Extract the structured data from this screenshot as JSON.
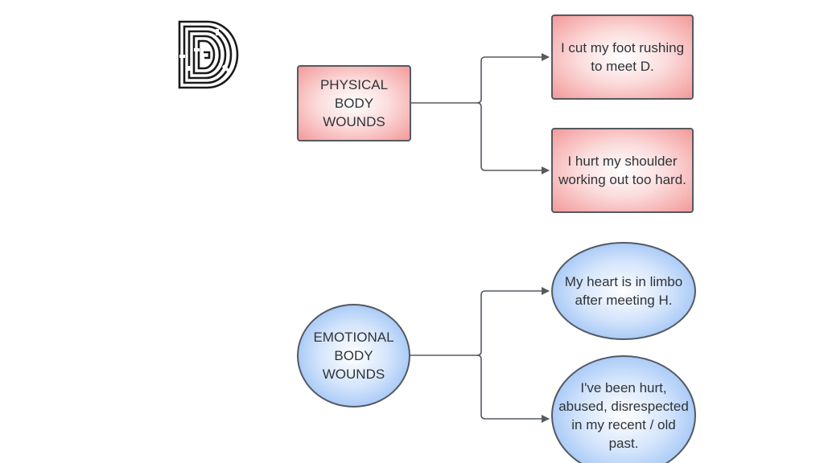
{
  "colors": {
    "physical_fill": "#f49999",
    "emotional_fill": "#7fb0f3",
    "border": "#555a60",
    "connector": "#555a60",
    "text": "#2f3338"
  },
  "logo": {
    "icon": "maze-letter-d-logo"
  },
  "physical": {
    "root_label": "PHYSICAL\nBODY\nWOUNDS",
    "children": [
      "I cut my foot rushing to meet D.",
      "I hurt my shoulder working out too hard."
    ]
  },
  "emotional": {
    "root_label": "EMOTIONAL\nBODY\nWOUNDS",
    "children": [
      "My heart is in limbo after meeting H.",
      "I've been hurt, abused, disrespected in my recent / old past."
    ]
  }
}
